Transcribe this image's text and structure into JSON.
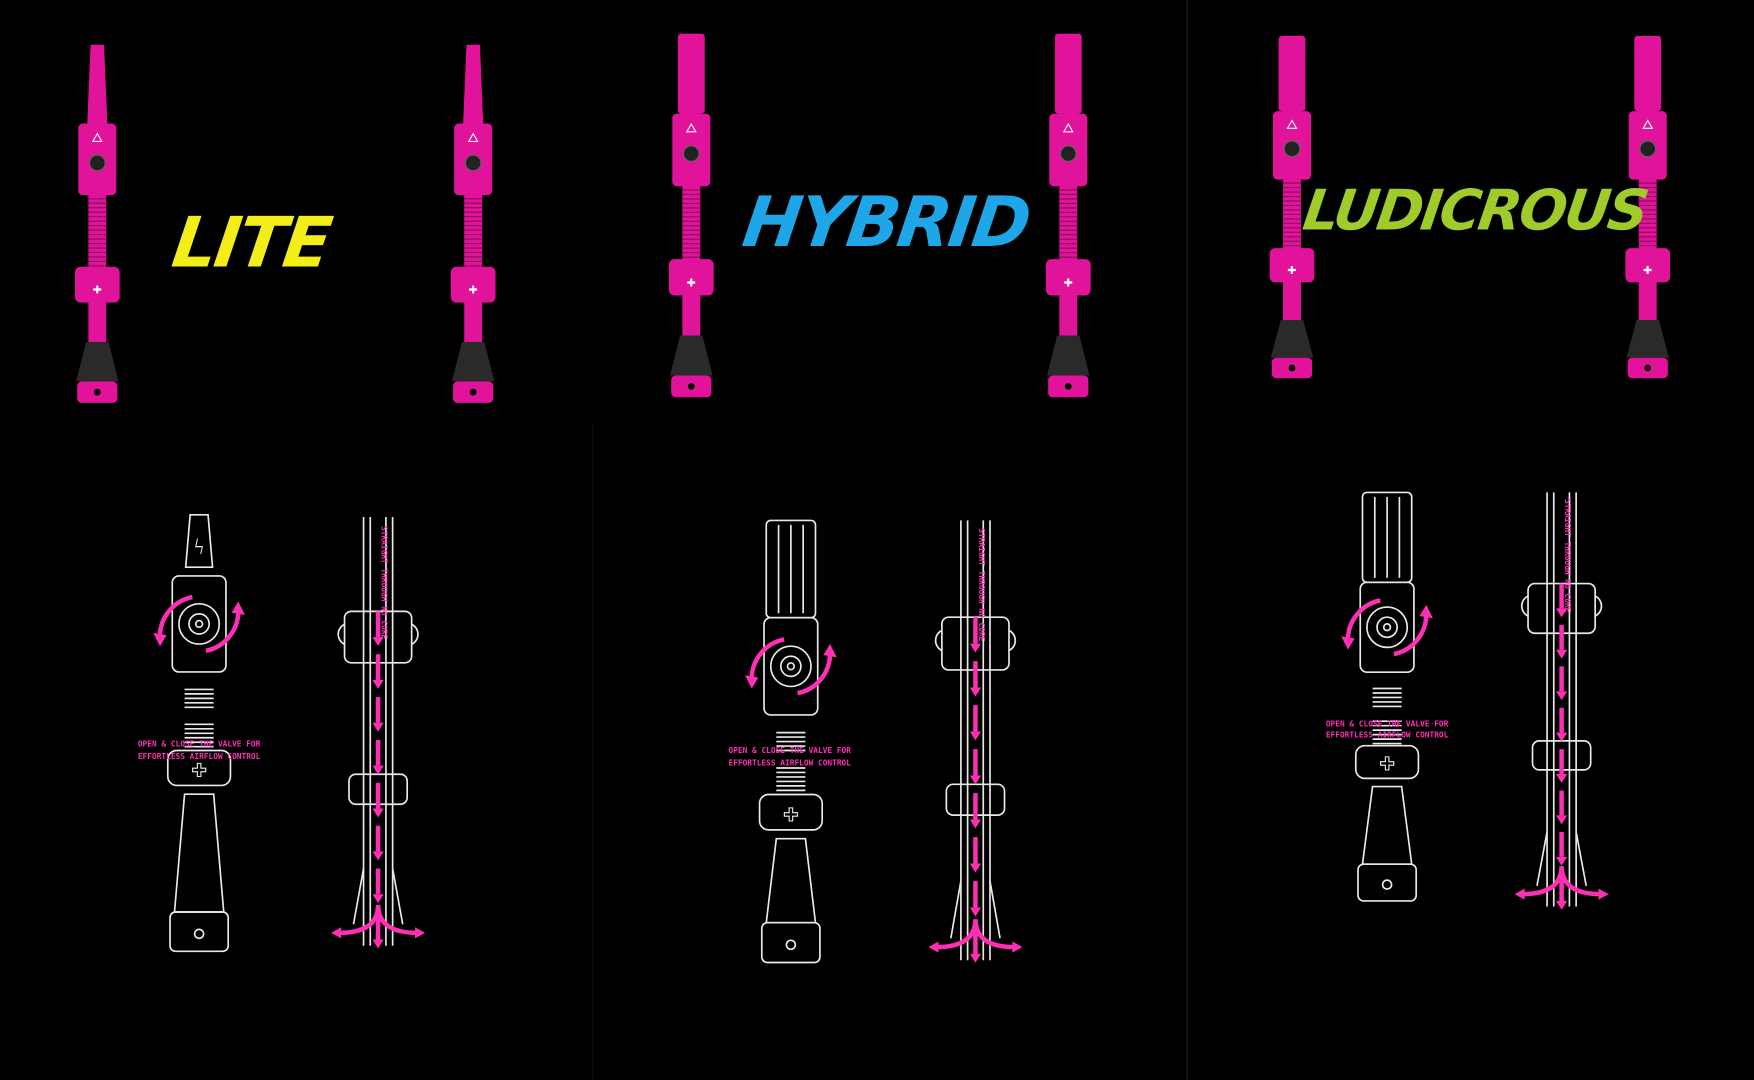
{
  "colors": {
    "background": "#000000",
    "valve_pink": "#e0139a",
    "arrow_pink": "#ff2fb4",
    "line_art": "#e8e8e8",
    "lite": "#f3ee1a",
    "hybrid": "#1fa6e8",
    "ludicrous": "#9fcb2b"
  },
  "panels": [
    {
      "title": "LITE",
      "valve_note_line1": "OPEN & CLOSE THE VALVE FOR",
      "valve_note_line2": "EFFORTLESS AIRFLOW CONTROL",
      "flow_note": "STRAIGHT THROUGH NO CORE",
      "cap_icon": "lightning-icon"
    },
    {
      "title": "HYBRID",
      "valve_note_line1": "OPEN & CLOSE THE VALVE FOR",
      "valve_note_line2": "EFFORTLESS AIRFLOW CONTROL",
      "flow_note": "STRAIGHT THROUGH NO CORE",
      "cap_icon": "fluted-cap-icon"
    },
    {
      "title": "LUDICROUS",
      "valve_note_line1": "OPEN & CLOSE THE VALVE FOR",
      "valve_note_line2": "EFFORTLESS AIRFLOW CONTROL",
      "flow_note": "STRAIGHT THROUGH NO CORE",
      "cap_icon": "fluted-cap-icon"
    }
  ]
}
